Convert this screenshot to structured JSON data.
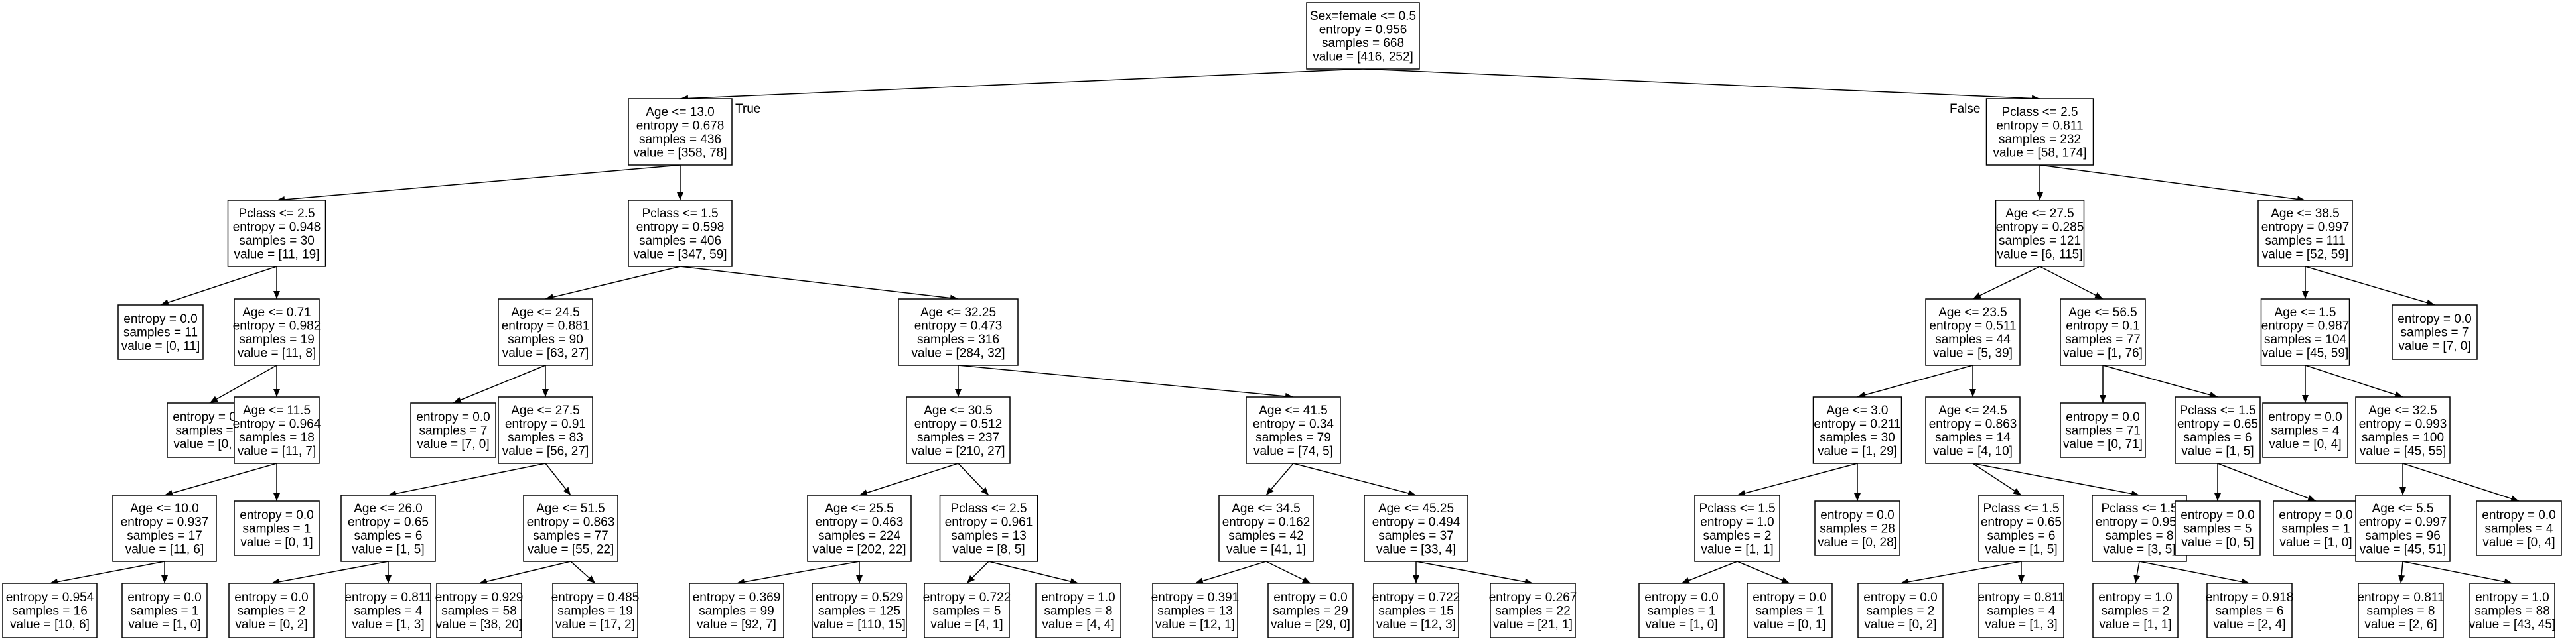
{
  "branch_labels": {
    "true": "True",
    "false": "False"
  },
  "nodes": [
    {
      "id": "n0",
      "lines": [
        "Sex=female <= 0.5",
        "entropy = 0.956",
        "samples = 668",
        "value = [416, 252]"
      ]
    },
    {
      "id": "n1",
      "lines": [
        "Age <= 13.0",
        "entropy = 0.678",
        "samples = 436",
        "value = [358, 78]"
      ]
    },
    {
      "id": "n2",
      "lines": [
        "Pclass <= 2.5",
        "entropy = 0.811",
        "samples = 232",
        "value = [58, 174]"
      ]
    },
    {
      "id": "n3",
      "lines": [
        "Pclass <= 2.5",
        "entropy = 0.948",
        "samples = 30",
        "value = [11, 19]"
      ]
    },
    {
      "id": "n4",
      "lines": [
        "Pclass <= 1.5",
        "entropy = 0.598",
        "samples = 406",
        "value = [347, 59]"
      ]
    },
    {
      "id": "n5",
      "lines": [
        "Age <= 27.5",
        "entropy = 0.285",
        "samples = 121",
        "value = [6, 115]"
      ]
    },
    {
      "id": "n6",
      "lines": [
        "Age <= 38.5",
        "entropy = 0.997",
        "samples = 111",
        "value = [52, 59]"
      ]
    },
    {
      "id": "n7",
      "lines": [
        "entropy = 0.0",
        "samples = 11",
        "value = [0, 11]"
      ]
    },
    {
      "id": "n8",
      "lines": [
        "Age <= 0.71",
        "entropy = 0.982",
        "samples = 19",
        "value = [11, 8]"
      ]
    },
    {
      "id": "n9",
      "lines": [
        "Age <= 24.5",
        "entropy = 0.881",
        "samples = 90",
        "value = [63, 27]"
      ]
    },
    {
      "id": "n10",
      "lines": [
        "Age <= 32.25",
        "entropy = 0.473",
        "samples = 316",
        "value = [284, 32]"
      ]
    },
    {
      "id": "n11",
      "lines": [
        "Age <= 23.5",
        "entropy = 0.511",
        "samples = 44",
        "value = [5, 39]"
      ]
    },
    {
      "id": "n12",
      "lines": [
        "Age <= 56.5",
        "entropy = 0.1",
        "samples = 77",
        "value = [1, 76]"
      ]
    },
    {
      "id": "n13",
      "lines": [
        "Age <= 1.5",
        "entropy = 0.987",
        "samples = 104",
        "value = [45, 59]"
      ]
    },
    {
      "id": "n14",
      "lines": [
        "entropy = 0.0",
        "samples = 7",
        "value = [7, 0]"
      ]
    },
    {
      "id": "n15",
      "lines": [
        "entropy = 0.0",
        "samples = 1",
        "value = [0, 1]"
      ]
    },
    {
      "id": "n16",
      "lines": [
        "Age <= 11.5",
        "entropy = 0.964",
        "samples = 18",
        "value = [11, 7]"
      ]
    },
    {
      "id": "n17",
      "lines": [
        "entropy = 0.0",
        "samples = 7",
        "value = [7, 0]"
      ]
    },
    {
      "id": "n18",
      "lines": [
        "Age <= 27.5",
        "entropy = 0.91",
        "samples = 83",
        "value = [56, 27]"
      ]
    },
    {
      "id": "n19",
      "lines": [
        "Age <= 30.5",
        "entropy = 0.512",
        "samples = 237",
        "value = [210, 27]"
      ]
    },
    {
      "id": "n20",
      "lines": [
        "Age <= 41.5",
        "entropy = 0.34",
        "samples = 79",
        "value = [74, 5]"
      ]
    },
    {
      "id": "n21",
      "lines": [
        "Age <= 3.0",
        "entropy = 0.211",
        "samples = 30",
        "value = [1, 29]"
      ]
    },
    {
      "id": "n22",
      "lines": [
        "Age <= 24.5",
        "entropy = 0.863",
        "samples = 14",
        "value = [4, 10]"
      ]
    },
    {
      "id": "n23",
      "lines": [
        "entropy = 0.0",
        "samples = 71",
        "value = [0, 71]"
      ]
    },
    {
      "id": "n24",
      "lines": [
        "Pclass <= 1.5",
        "entropy = 0.65",
        "samples = 6",
        "value = [1, 5]"
      ]
    },
    {
      "id": "n25",
      "lines": [
        "entropy = 0.0",
        "samples = 4",
        "value = [0, 4]"
      ]
    },
    {
      "id": "n26",
      "lines": [
        "Age <= 32.5",
        "entropy = 0.993",
        "samples = 100",
        "value = [45, 55]"
      ]
    },
    {
      "id": "n27",
      "lines": [
        "Age <= 10.0",
        "entropy = 0.937",
        "samples = 17",
        "value = [11, 6]"
      ]
    },
    {
      "id": "n28",
      "lines": [
        "entropy = 0.0",
        "samples = 1",
        "value = [0, 1]"
      ]
    },
    {
      "id": "n29",
      "lines": [
        "Age <= 26.0",
        "entropy = 0.65",
        "samples = 6",
        "value = [1, 5]"
      ]
    },
    {
      "id": "n30",
      "lines": [
        "Age <= 51.5",
        "entropy = 0.863",
        "samples = 77",
        "value = [55, 22]"
      ]
    },
    {
      "id": "n31",
      "lines": [
        "Age <= 25.5",
        "entropy = 0.463",
        "samples = 224",
        "value = [202, 22]"
      ]
    },
    {
      "id": "n32",
      "lines": [
        "Pclass <= 2.5",
        "entropy = 0.961",
        "samples = 13",
        "value = [8, 5]"
      ]
    },
    {
      "id": "n33",
      "lines": [
        "Age <= 34.5",
        "entropy = 0.162",
        "samples = 42",
        "value = [41, 1]"
      ]
    },
    {
      "id": "n34",
      "lines": [
        "Age <= 45.25",
        "entropy = 0.494",
        "samples = 37",
        "value = [33, 4]"
      ]
    },
    {
      "id": "n35",
      "lines": [
        "Pclass <= 1.5",
        "entropy = 1.0",
        "samples = 2",
        "value = [1, 1]"
      ]
    },
    {
      "id": "n36",
      "lines": [
        "entropy = 0.0",
        "samples = 28",
        "value = [0, 28]"
      ]
    },
    {
      "id": "n37",
      "lines": [
        "Pclass <= 1.5",
        "entropy = 0.65",
        "samples = 6",
        "value = [1, 5]"
      ]
    },
    {
      "id": "n38",
      "lines": [
        "Pclass <= 1.5",
        "entropy = 0.954",
        "samples = 8",
        "value = [3, 5]"
      ]
    },
    {
      "id": "n39",
      "lines": [
        "entropy = 0.0",
        "samples = 5",
        "value = [0, 5]"
      ]
    },
    {
      "id": "n40",
      "lines": [
        "entropy = 0.0",
        "samples = 1",
        "value = [1, 0]"
      ]
    },
    {
      "id": "n41",
      "lines": [
        "Age <= 5.5",
        "entropy = 0.997",
        "samples = 96",
        "value = [45, 51]"
      ]
    },
    {
      "id": "n42",
      "lines": [
        "entropy = 0.0",
        "samples = 4",
        "value = [0, 4]"
      ]
    },
    {
      "id": "n43",
      "lines": [
        "entropy = 0.954",
        "samples = 16",
        "value = [10, 6]"
      ]
    },
    {
      "id": "n44",
      "lines": [
        "entropy = 0.0",
        "samples = 1",
        "value = [1, 0]"
      ]
    },
    {
      "id": "n45",
      "lines": [
        "entropy = 0.0",
        "samples = 2",
        "value = [0, 2]"
      ]
    },
    {
      "id": "n46",
      "lines": [
        "entropy = 0.811",
        "samples = 4",
        "value = [1, 3]"
      ]
    },
    {
      "id": "n47",
      "lines": [
        "entropy = 0.929",
        "samples = 58",
        "value = [38, 20]"
      ]
    },
    {
      "id": "n48",
      "lines": [
        "entropy = 0.485",
        "samples = 19",
        "value = [17, 2]"
      ]
    },
    {
      "id": "n49",
      "lines": [
        "entropy = 0.369",
        "samples = 99",
        "value = [92, 7]"
      ]
    },
    {
      "id": "n50",
      "lines": [
        "entropy = 0.529",
        "samples = 125",
        "value = [110, 15]"
      ]
    },
    {
      "id": "n51",
      "lines": [
        "entropy = 0.722",
        "samples = 5",
        "value = [4, 1]"
      ]
    },
    {
      "id": "n52",
      "lines": [
        "entropy = 1.0",
        "samples = 8",
        "value = [4, 4]"
      ]
    },
    {
      "id": "n53",
      "lines": [
        "entropy = 0.391",
        "samples = 13",
        "value = [12, 1]"
      ]
    },
    {
      "id": "n54",
      "lines": [
        "entropy = 0.0",
        "samples = 29",
        "value = [29, 0]"
      ]
    },
    {
      "id": "n55",
      "lines": [
        "entropy = 0.722",
        "samples = 15",
        "value = [12, 3]"
      ]
    },
    {
      "id": "n56",
      "lines": [
        "entropy = 0.267",
        "samples = 22",
        "value = [21, 1]"
      ]
    },
    {
      "id": "n57",
      "lines": [
        "entropy = 0.0",
        "samples = 1",
        "value = [1, 0]"
      ]
    },
    {
      "id": "n58",
      "lines": [
        "entropy = 0.0",
        "samples = 1",
        "value = [0, 1]"
      ]
    },
    {
      "id": "n59",
      "lines": [
        "entropy = 0.0",
        "samples = 2",
        "value = [0, 2]"
      ]
    },
    {
      "id": "n60",
      "lines": [
        "entropy = 0.811",
        "samples = 4",
        "value = [1, 3]"
      ]
    },
    {
      "id": "n61",
      "lines": [
        "entropy = 1.0",
        "samples = 2",
        "value = [1, 1]"
      ]
    },
    {
      "id": "n62",
      "lines": [
        "entropy = 0.918",
        "samples = 6",
        "value = [2, 4]"
      ]
    },
    {
      "id": "n63",
      "lines": [
        "entropy = 0.811",
        "samples = 8",
        "value = [2, 6]"
      ]
    },
    {
      "id": "n64",
      "lines": [
        "entropy = 1.0",
        "samples = 88",
        "value = [43, 45]"
      ]
    }
  ],
  "edges": [
    [
      "n0",
      "n1"
    ],
    [
      "n0",
      "n2"
    ],
    [
      "n1",
      "n3"
    ],
    [
      "n1",
      "n4"
    ],
    [
      "n2",
      "n5"
    ],
    [
      "n2",
      "n6"
    ],
    [
      "n3",
      "n7"
    ],
    [
      "n3",
      "n8"
    ],
    [
      "n4",
      "n9"
    ],
    [
      "n4",
      "n10"
    ],
    [
      "n5",
      "n11"
    ],
    [
      "n5",
      "n12"
    ],
    [
      "n6",
      "n13"
    ],
    [
      "n6",
      "n14"
    ],
    [
      "n8",
      "n15"
    ],
    [
      "n8",
      "n16"
    ],
    [
      "n9",
      "n17"
    ],
    [
      "n9",
      "n18"
    ],
    [
      "n10",
      "n19"
    ],
    [
      "n10",
      "n20"
    ],
    [
      "n11",
      "n21"
    ],
    [
      "n11",
      "n22"
    ],
    [
      "n12",
      "n23"
    ],
    [
      "n12",
      "n24"
    ],
    [
      "n13",
      "n25"
    ],
    [
      "n13",
      "n26"
    ],
    [
      "n16",
      "n27"
    ],
    [
      "n16",
      "n28"
    ],
    [
      "n18",
      "n29"
    ],
    [
      "n18",
      "n30"
    ],
    [
      "n19",
      "n31"
    ],
    [
      "n19",
      "n32"
    ],
    [
      "n20",
      "n33"
    ],
    [
      "n20",
      "n34"
    ],
    [
      "n21",
      "n35"
    ],
    [
      "n21",
      "n36"
    ],
    [
      "n22",
      "n37"
    ],
    [
      "n22",
      "n38"
    ],
    [
      "n24",
      "n39"
    ],
    [
      "n24",
      "n40"
    ],
    [
      "n26",
      "n41"
    ],
    [
      "n26",
      "n42"
    ],
    [
      "n27",
      "n43"
    ],
    [
      "n27",
      "n44"
    ],
    [
      "n29",
      "n45"
    ],
    [
      "n29",
      "n46"
    ],
    [
      "n30",
      "n47"
    ],
    [
      "n30",
      "n48"
    ],
    [
      "n31",
      "n49"
    ],
    [
      "n31",
      "n50"
    ],
    [
      "n32",
      "n51"
    ],
    [
      "n32",
      "n52"
    ],
    [
      "n33",
      "n53"
    ],
    [
      "n33",
      "n54"
    ],
    [
      "n34",
      "n55"
    ],
    [
      "n34",
      "n56"
    ],
    [
      "n35",
      "n57"
    ],
    [
      "n35",
      "n58"
    ],
    [
      "n37",
      "n59"
    ],
    [
      "n37",
      "n60"
    ],
    [
      "n38",
      "n61"
    ],
    [
      "n38",
      "n62"
    ],
    [
      "n41",
      "n63"
    ],
    [
      "n41",
      "n64"
    ]
  ]
}
